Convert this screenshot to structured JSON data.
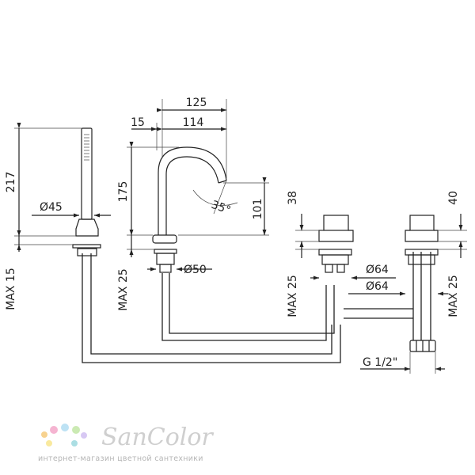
{
  "dimensions": {
    "d125": "125",
    "d15": "15",
    "d114": "114",
    "d217": "217",
    "d175": "175",
    "d101": "101",
    "d38": "38",
    "d40": "40",
    "dia45": "Ø45",
    "dia50": "Ø50",
    "dia64a": "Ø64",
    "dia64b": "Ø64",
    "angle": "35°",
    "max15": "MAX 15",
    "max25a": "MAX 25",
    "max25b": "MAX 25",
    "max25c": "MAX 25",
    "thread": "G 1/2\""
  },
  "logo": {
    "name": "SanColor",
    "tagline": "интернет-магазин цветной сантехники",
    "dot_colors": [
      "#f4c36a",
      "#f19bc1",
      "#a7d8f0",
      "#b9e39a",
      "#c9b6ef",
      "#f7e27d",
      "#8fd3d9"
    ]
  }
}
